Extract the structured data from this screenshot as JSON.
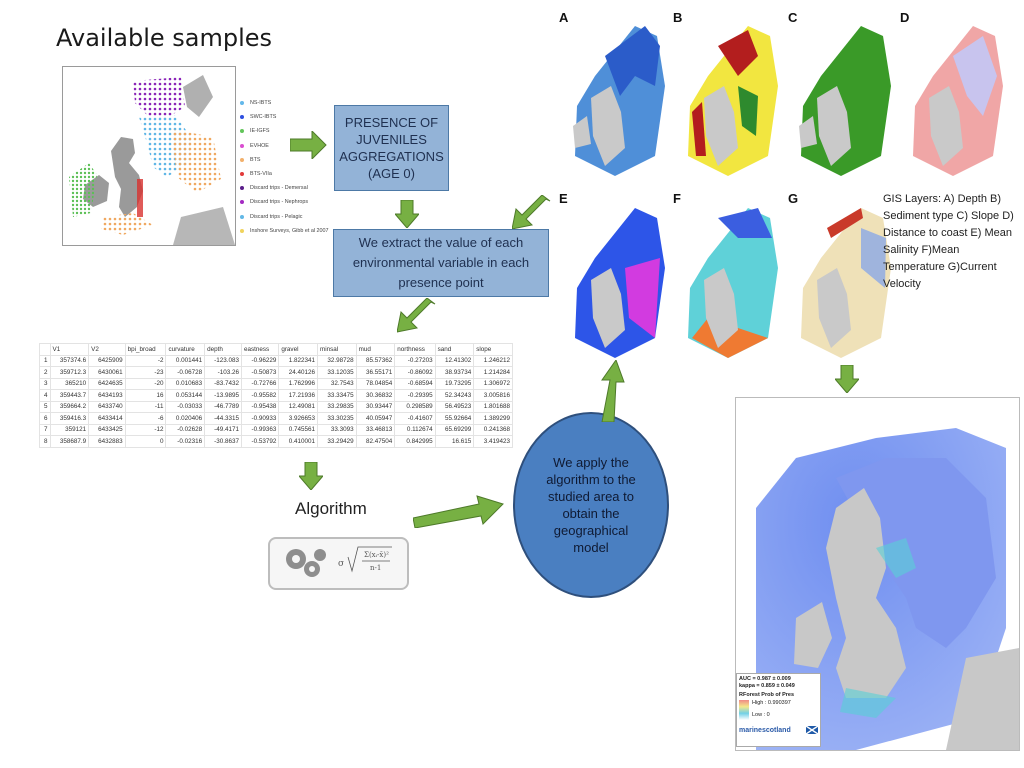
{
  "title": "Available samples",
  "legend": [
    {
      "label": "NS-IBTS",
      "color": "#63b8ea"
    },
    {
      "label": "SWC-IBTS",
      "color": "#2e4fe0"
    },
    {
      "label": "IE-IGFS",
      "color": "#62c55a"
    },
    {
      "label": "EVHOE",
      "color": "#d94ed0"
    },
    {
      "label": "BTS",
      "color": "#f2b06b"
    },
    {
      "label": "BTS-VIIa",
      "color": "#e23a3a"
    },
    {
      "label": "Discard trips - Demersal",
      "color": "#5a1d8a"
    },
    {
      "label": "Discard trips - Nephrops",
      "color": "#a42ac2"
    },
    {
      "label": "Discard trips - Pelagic",
      "color": "#62b8e6"
    },
    {
      "label": "Inshore Surveys, Gibb et al 2007",
      "color": "#f0d35c"
    }
  ],
  "presence_box": "PRESENCE OF JUVENILES AGGREGATIONS (AGE 0)",
  "extract_box": "We extract the value of each environmental variable in each presence point",
  "table": {
    "headers": [
      "",
      "V1",
      "V2",
      "bpi_broad",
      "curvature",
      "depth",
      "eastness",
      "gravel",
      "minsal",
      "mud",
      "northness",
      "sand",
      "slope"
    ],
    "rows": [
      [
        "1",
        "357374.6",
        "6425909",
        "-2",
        "0.001441",
        "-123.083",
        "-0.96229",
        "1.822341",
        "32.98728",
        "85.57362",
        "-0.27203",
        "12.41302",
        "1.246212"
      ],
      [
        "2",
        "359712.3",
        "6430061",
        "-23",
        "-0.06728",
        "-103.26",
        "-0.50873",
        "24.40126",
        "33.12035",
        "36.55171",
        "-0.86092",
        "38.93734",
        "1.214284"
      ],
      [
        "3",
        "365210",
        "6424635",
        "-20",
        "0.010683",
        "-83.7432",
        "-0.72766",
        "1.762996",
        "32.7543",
        "78.04854",
        "-0.68594",
        "19.73295",
        "1.306972"
      ],
      [
        "4",
        "359443.7",
        "6434193",
        "16",
        "0.053144",
        "-13.9895",
        "-0.95582",
        "17.21936",
        "33.33475",
        "30.36832",
        "-0.29395",
        "52.34243",
        "3.005816"
      ],
      [
        "5",
        "359664.2",
        "6433740",
        "-11",
        "-0.03033",
        "-46.7789",
        "-0.95438",
        "12.49081",
        "33.29835",
        "30.93447",
        "0.298589",
        "56.49523",
        "1.801688"
      ],
      [
        "6",
        "359416.3",
        "6433414",
        "-6",
        "0.020406",
        "-44.3315",
        "-0.90933",
        "3.926653",
        "33.30235",
        "40.05947",
        "-0.41607",
        "55.92664",
        "1.389299"
      ],
      [
        "7",
        "359121",
        "6433425",
        "-12",
        "-0.02628",
        "-49.4171",
        "-0.99363",
        "0.745561",
        "33.3093",
        "33.46813",
        "0.112674",
        "65.69299",
        "0.241368"
      ],
      [
        "8",
        "358687.9",
        "6432883",
        "0",
        "-0.02316",
        "-30.8637",
        "-0.53792",
        "0.410001",
        "33.29429",
        "82.47504",
        "0.842995",
        "16.615",
        "3.419423"
      ]
    ]
  },
  "algorithm_label": "Algorithm",
  "apply_circle": "We apply the algorithm to the studied area to obtain the geographical model",
  "gis_caption": "GIS Layers: A) Depth B) Sediment type C) Slope D) Distance to coast E) Mean Salinity F)Mean Temperature G)Current Velocity",
  "panels": [
    "A",
    "B",
    "C",
    "D",
    "E",
    "F",
    "G"
  ],
  "map_legend": {
    "auc": "AUC = 0.987 ± 0.009",
    "kappa": "kappa = 0.859 ± 0.049",
    "title": "RForest Prob of Pres",
    "high": "High : 0.990397",
    "low": "Low : 0",
    "logo": "marinescotland"
  },
  "colors": {
    "box_fill": "#93b3d7",
    "circle_fill": "#4a7fc1",
    "arrow_green": "#77b043"
  }
}
